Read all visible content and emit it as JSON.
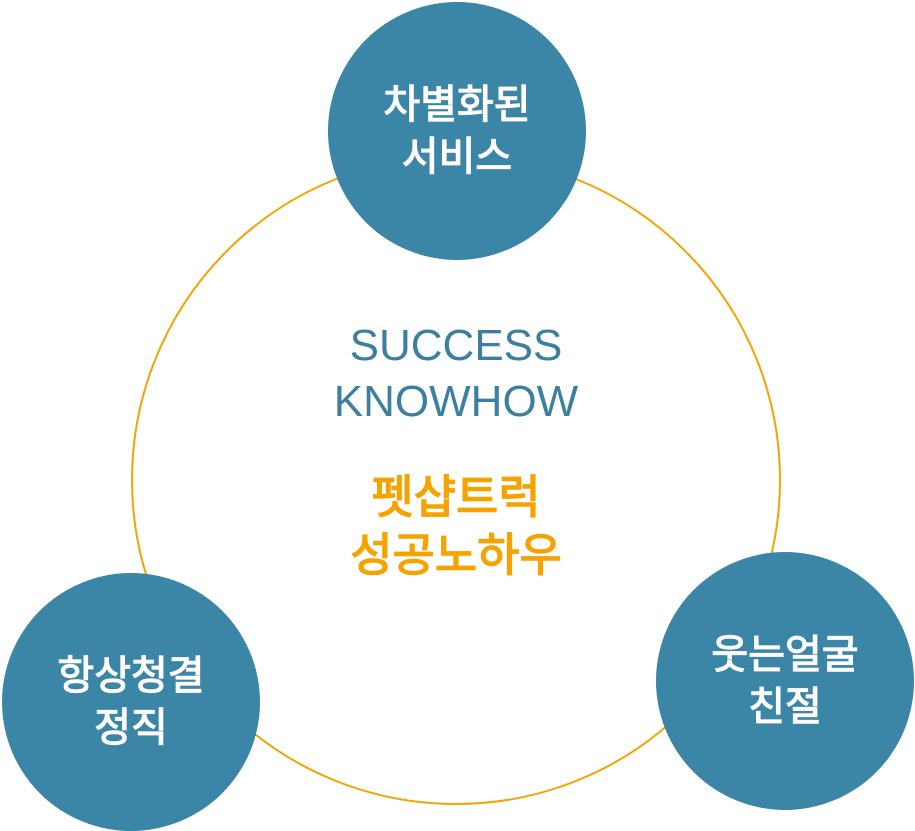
{
  "colors": {
    "ring": "#F5A300",
    "node_fill": "#3B85A7",
    "center_english": "#3C7FA0",
    "center_korean": "#F5A300",
    "background": "#FFFFFF"
  },
  "center": {
    "english_line1": "SUCCESS",
    "english_line2": "KNOWHOW",
    "korean_line1": "펫샵트럭",
    "korean_line2": "성공노하우"
  },
  "nodes": {
    "top": {
      "line1": "차별화된",
      "line2": "서비스"
    },
    "left": {
      "line1": "항상청결",
      "line2": "정직"
    },
    "right": {
      "line1": "웃는얼굴",
      "line2": "친절"
    }
  }
}
